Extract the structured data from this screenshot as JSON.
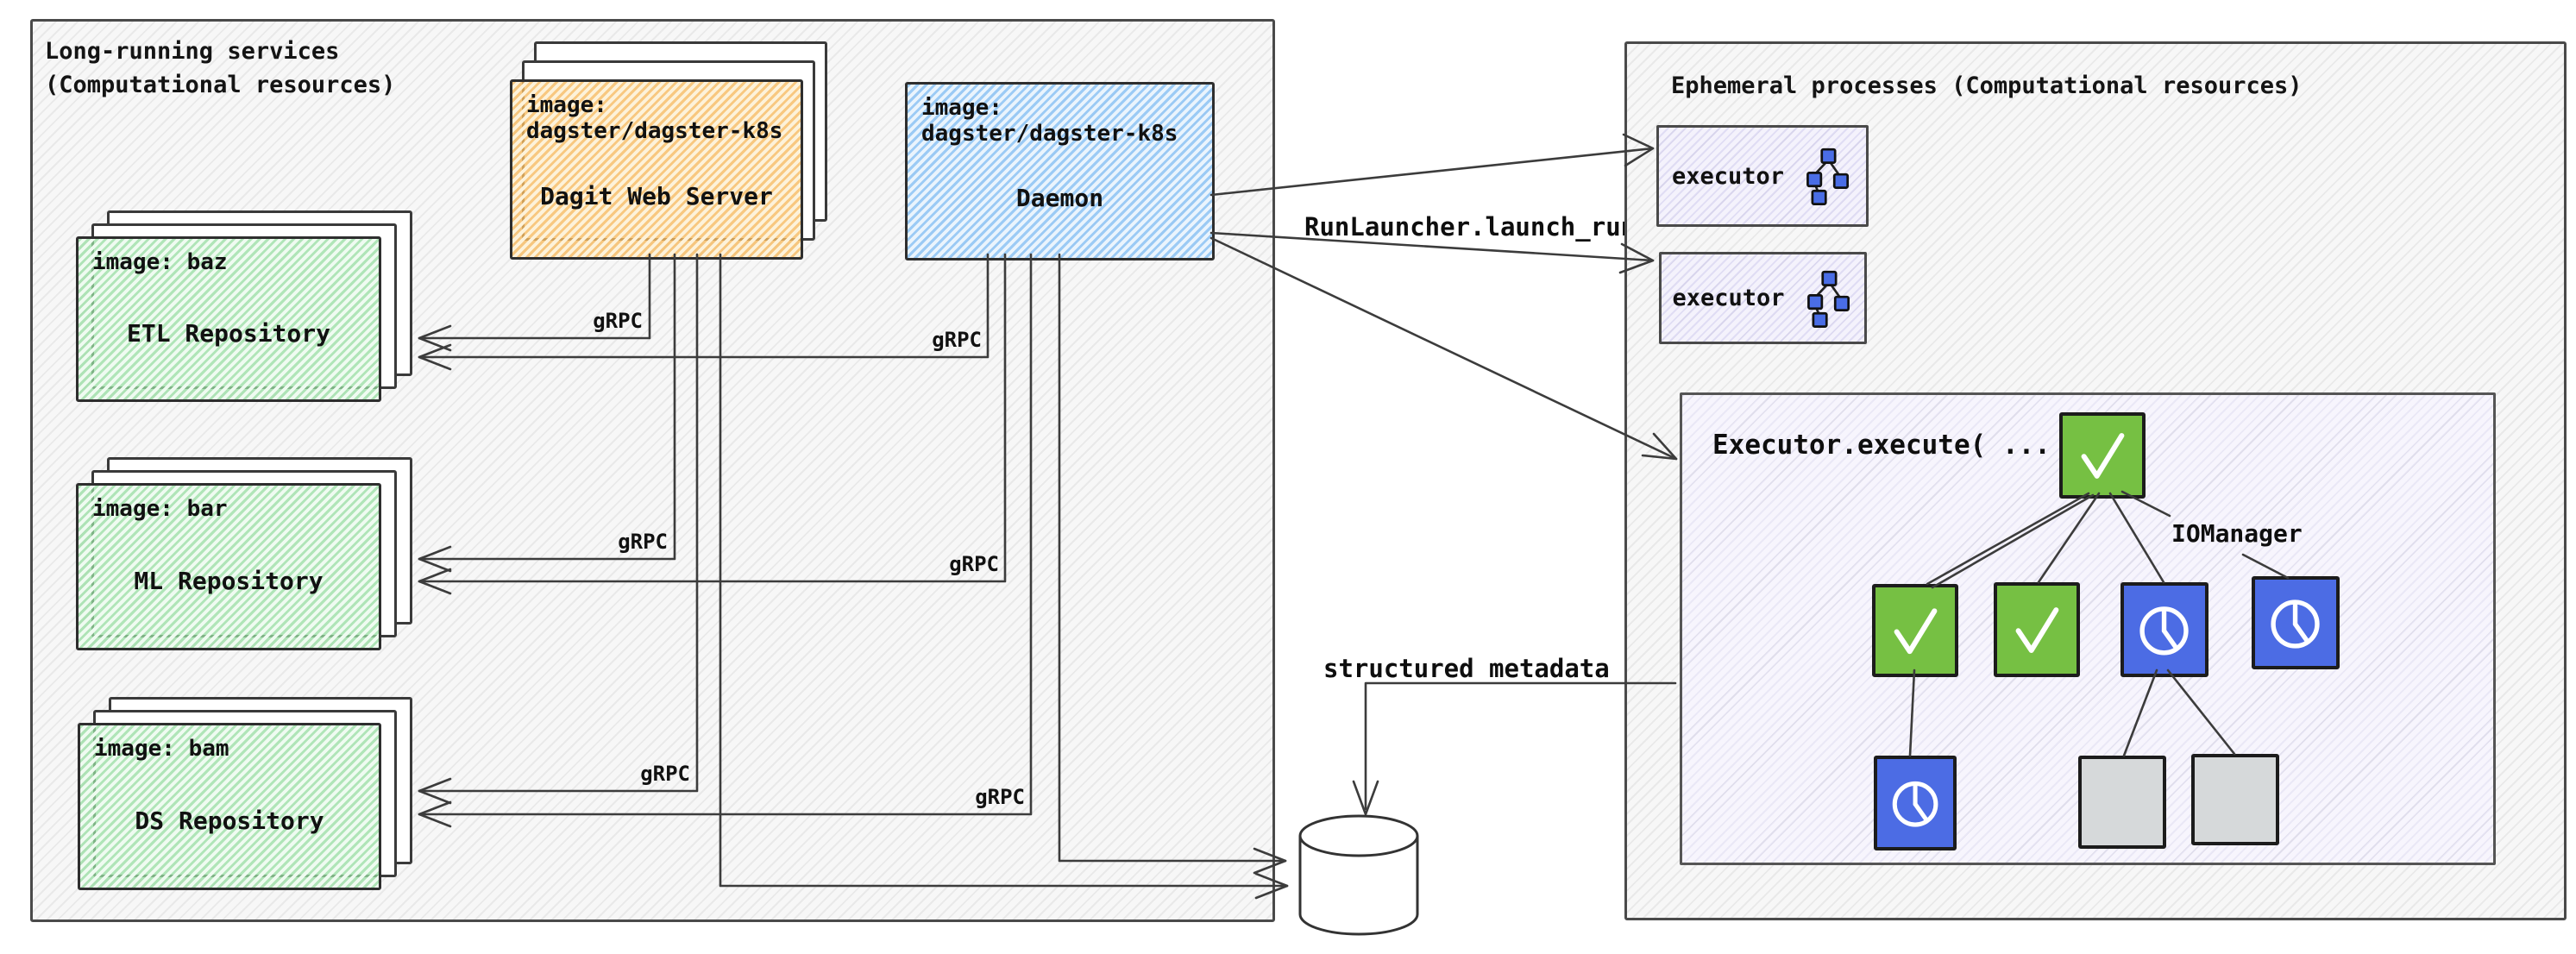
{
  "left_panel": {
    "title": "Long-running services\n(Computational resources)",
    "dagit": {
      "image_label": "image: dagster/dagster-k8s",
      "name": "Dagit Web Server"
    },
    "daemon": {
      "image_label": "image: dagster/dagster-k8s",
      "name": "Daemon"
    },
    "repos": [
      {
        "image_label": "image: baz",
        "name": "ETL Repository"
      },
      {
        "image_label": "image: bar",
        "name": "ML Repository"
      },
      {
        "image_label": "image: bam",
        "name": "DS Repository"
      }
    ]
  },
  "right_panel": {
    "title": "Ephemeral processes (Computational resources)",
    "executors": [
      {
        "label": "executor"
      },
      {
        "label": "executor"
      }
    ],
    "execute_box": {
      "label": "Executor.execute( ... )",
      "iomanager_label": "IOManager",
      "nodes": [
        {
          "id": "root",
          "status": "success"
        },
        {
          "id": "step-1",
          "status": "success"
        },
        {
          "id": "step-2",
          "status": "success"
        },
        {
          "id": "step-3",
          "status": "in-progress"
        },
        {
          "id": "step-4",
          "status": "in-progress"
        },
        {
          "id": "step-5",
          "status": "in-progress"
        },
        {
          "id": "step-6",
          "status": "pending"
        },
        {
          "id": "step-7",
          "status": "pending"
        }
      ],
      "edges": [
        [
          "root",
          "step-1"
        ],
        [
          "root",
          "step-2"
        ],
        [
          "root",
          "step-3"
        ],
        [
          "root",
          "step-4"
        ],
        [
          "step-1",
          "step-5"
        ],
        [
          "step-3",
          "step-6"
        ],
        [
          "step-3",
          "step-7"
        ]
      ]
    }
  },
  "connections": {
    "grpc_label": "gRPC",
    "run_launcher_label": "RunLauncher.launch_run( ... )",
    "metadata_label": "structured metadata events"
  },
  "database": {
    "label": "Database"
  },
  "colors": {
    "dagit_fill": "#fbd89b",
    "daemon_fill": "#aed4f5",
    "repo_fill": "#bfe8c5",
    "executor_fill": "#e9e6f9",
    "success_green": "#76c043",
    "progress_blue": "#4c6ce4",
    "pending_gray": "#d6d9da",
    "line": "#3c3c3c"
  }
}
